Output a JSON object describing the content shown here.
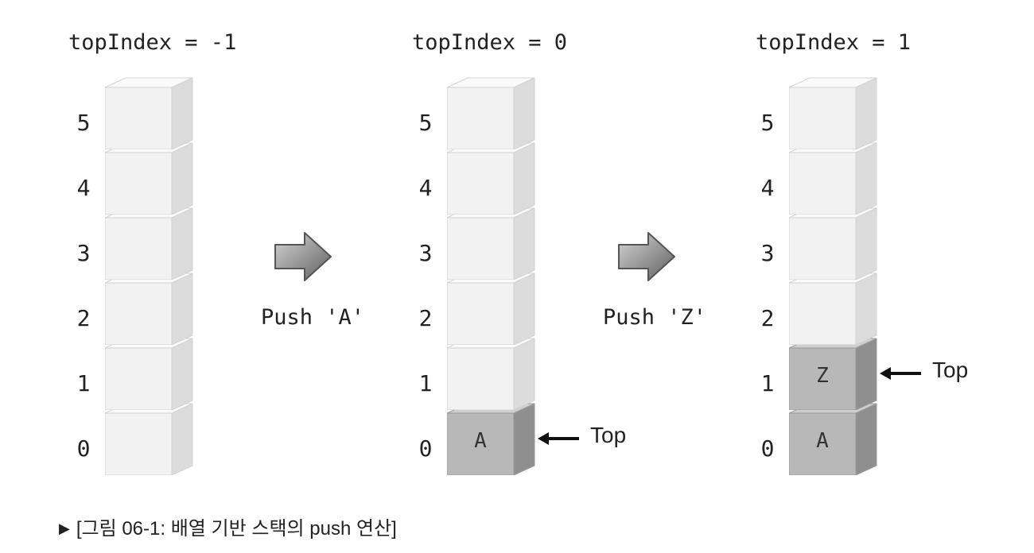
{
  "stacks": [
    {
      "title": "topIndex = -1",
      "cells": [
        "",
        "",
        "",
        "",
        "",
        ""
      ],
      "top_index": -1
    },
    {
      "title": "topIndex = 0",
      "cells": [
        "A",
        "",
        "",
        "",
        "",
        ""
      ],
      "top_index": 0
    },
    {
      "title": "topIndex = 1",
      "cells": [
        "A",
        "Z",
        "",
        "",
        "",
        ""
      ],
      "top_index": 1
    }
  ],
  "index_labels": [
    "0",
    "1",
    "2",
    "3",
    "4",
    "5"
  ],
  "operations": [
    {
      "label": "Push 'A'"
    },
    {
      "label": "Push 'Z'"
    }
  ],
  "pointer_label": "Top",
  "caption": {
    "marker": "▶",
    "text": "[그림 06-1: 배열 기반 스택의 push 연산]"
  },
  "colors": {
    "empty_front": "#f2f2f2",
    "empty_side": "#dcdcdc",
    "empty_top": "#fafafa",
    "filled_front": "#b8b8b8",
    "filled_side": "#8f8f8f",
    "filled_top": "#cfcfcf",
    "arrow_fill": "#9a9a9a"
  }
}
